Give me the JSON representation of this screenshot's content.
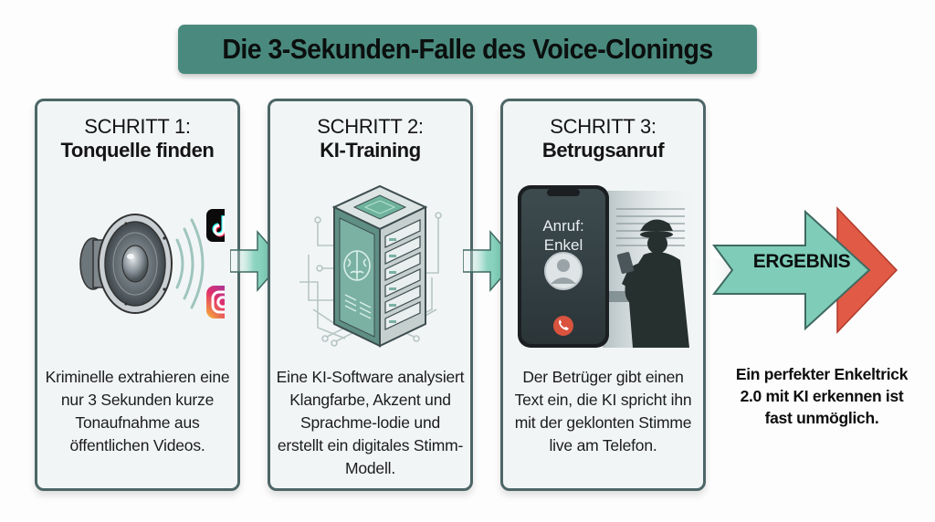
{
  "title": "Die 3-Sekunden-Falle des Voice-Clonings",
  "colors": {
    "title_banner": "#4a8a7e",
    "card_border": "#4d6667",
    "card_background": "#f2f5f6",
    "arrow_mint": "#7fcdb8",
    "arrow_red": "#e05a45"
  },
  "steps": [
    {
      "step_label": "SCHRITT 1:",
      "heading": "Tonquelle finden",
      "icons": [
        "speaker-icon",
        "tiktok-icon",
        "instagram-icon"
      ],
      "body": "Kriminelle extrahieren eine nur 3 Sekunden kurze Tonaufnahme aus öffentlichen Videos."
    },
    {
      "step_label": "SCHRITT 2:",
      "heading": "KI-Training",
      "icons": [
        "ai-server-icon",
        "brain-icon"
      ],
      "body": "Eine KI-Software analysiert Klangfarbe, Akzent und Sprachme-lodie und erstellt ein digitales Stimm-Modell."
    },
    {
      "step_label": "SCHRITT 3:",
      "heading": "Betrugsanruf",
      "icons": [
        "smartphone-icon",
        "caller-silhouette-icon"
      ],
      "phone_screen": {
        "caller_line1": "Anruf:",
        "caller_line2": "Enkel"
      },
      "body": "Der Betrüger gibt einen Text ein, die KI spricht ihn mit der geklonten Stimme live am Telefon."
    }
  ],
  "result": {
    "label": "ERGEBNIS",
    "text": "Ein perfekter Enkeltrick 2.0 mit KI erkennen ist fast unmöglich."
  }
}
